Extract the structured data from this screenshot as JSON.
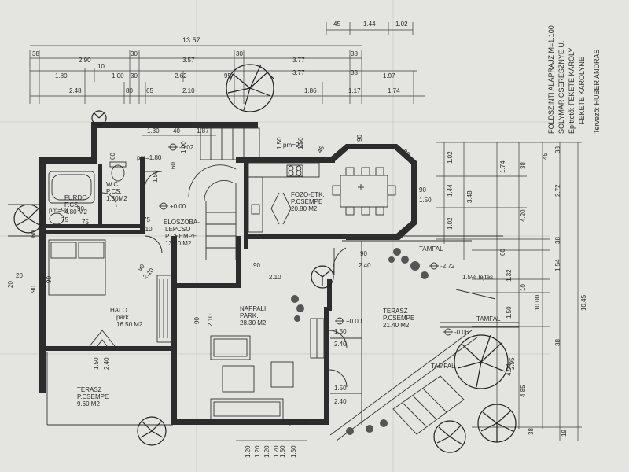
{
  "title_block": {
    "line1": "FOLDSZINTI ALAPRAJZ M=1:100",
    "line2": "SOLYMAR CSERESZNYE U.",
    "line3": "Építtető: FEKETE KÁROLY",
    "line4": "FEKETE KAROLYNE",
    "line5": "Tervező: HUBER ANDRAS"
  },
  "rooms": {
    "furdo": [
      "FURDO",
      "P.CS.",
      "4.80 M2"
    ],
    "wc": [
      "W.C.",
      "P.CS.",
      "1.30M2"
    ],
    "eloszoba": [
      "ELOSZOBA-",
      "LEPCSO",
      "P.CSEMPE",
      "13.30 M2"
    ],
    "fozo": [
      "FOZO-ETK.",
      "P.CSEMPE",
      "20.80 M2"
    ],
    "halo": [
      "HALO",
      "park.",
      "16.50 M2"
    ],
    "nappali": [
      "NAPPALI",
      "PARK.",
      "28.30 M2"
    ],
    "terasz_e": [
      "TERASZ",
      "P.CSEMPE",
      "21.40 M2"
    ],
    "terasz_w": [
      "TERASZ",
      "P.CSEMPE",
      "9.60 M2"
    ]
  },
  "levels": {
    "l1": "-0.02",
    "l2": "+0.00",
    "l3": "+0.00",
    "l4": "-2.72",
    "l5": "-0.06"
  },
  "notes": {
    "lejtes": "1.5% lejtes",
    "tamfal1": "TAMFAL",
    "tamfal2": "TAMFAL",
    "tamfal3": "TAMFAL",
    "pm1": "pm=1.80",
    "pm2": "pm=90",
    "pm3": "pm=90",
    "pm4": "pm=90"
  },
  "dims_top": {
    "row0": [
      "45",
      "1.44",
      "1.02"
    ],
    "total": "13.57",
    "row2": [
      "38",
      "2.90",
      "30",
      "3.57",
      "30",
      "3.77",
      "38"
    ],
    "row3": [
      "1.80",
      "10",
      "1.00",
      "30",
      "2.62",
      "95",
      "3.77",
      "38",
      "1.97"
    ],
    "row4": [
      "2.48",
      "80",
      "65",
      "2.10",
      "1.86",
      "1.17",
      "1.74"
    ],
    "inner": [
      "1.30",
      "40",
      "1.87",
      "1.00",
      "1.50",
      "1.50",
      "45",
      "90"
    ]
  },
  "dims_right": {
    "c1": [
      "1.02",
      "1.44",
      "3.48",
      "1.02"
    ],
    "c2": [
      "1.74",
      "60",
      "1.32",
      "1.50",
      "4.94"
    ],
    "c3": [
      "38",
      "4.20",
      "10",
      "4.85",
      "38"
    ],
    "c4": [
      "45",
      "38",
      "2.72",
      "38",
      "1.54",
      "38",
      "10.00",
      "19"
    ],
    "c5": [
      "10.45"
    ]
  },
  "dims_plan": {
    "d1": [
      "90",
      "60",
      "75",
      "75",
      "2.10",
      "1.50",
      "60"
    ],
    "d2": [
      "90",
      "2.10",
      "90",
      "2.10",
      "90",
      "2.10",
      "90",
      "2.40",
      "1.50",
      "2.40",
      "1.50",
      "2.40",
      "1.50",
      "2.40"
    ],
    "d3": [
      "1.50",
      "2.40",
      "90",
      "2.40"
    ],
    "d4": [
      "90",
      "1.50",
      "90"
    ],
    "d5": [
      "2.95"
    ],
    "left": [
      "20",
      "20",
      "60",
      "75",
      "90"
    ],
    "bottom": [
      "1.20",
      "1.20",
      "1.50",
      "1.20",
      "1.20",
      "1.50"
    ]
  }
}
